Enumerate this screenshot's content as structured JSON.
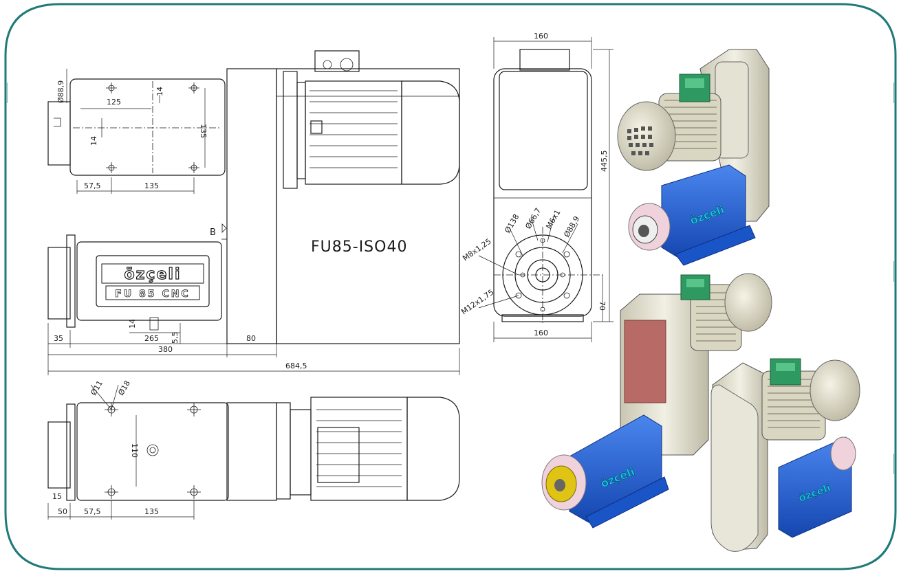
{
  "drawing": {
    "title": "FU85-ISO40",
    "brand": "özçeli",
    "plate_text": "FU 85 CNC",
    "section_mark": "B",
    "colors": {
      "frame": "#1f7a78",
      "body_blue": "#1a5fd6",
      "housing_beige": "#e8e6d8",
      "panel_red": "#b86a66",
      "terminal_green": "#2e9a62",
      "collet_yellow": "#e0c414",
      "flange_pink": "#f0d2dc"
    }
  },
  "dims": {
    "top_view": {
      "d88": "Ø88,9",
      "d125": "125",
      "d14a": "14",
      "d135v": "135",
      "d14b": "14",
      "d57": "57,5",
      "d135": "135"
    },
    "side_view": {
      "d14": "14",
      "d265": "265",
      "d55": "5,5",
      "d35": "35",
      "d80": "80",
      "d380": "380",
      "d684": "684,5"
    },
    "bottom_view": {
      "d11": "Ø11",
      "d18": "Ø18",
      "d110": "110",
      "d15": "15",
      "d50": "50",
      "d57": "57,5",
      "d135": "135"
    },
    "front_view": {
      "w160top": "160",
      "h445": "445,5",
      "d138": "Ø138",
      "d66": "Ø66,7",
      "m6": "M6x1",
      "d889": "Ø88,9",
      "m8": "M8x1,25",
      "m12": "M12x1,75",
      "d70": "70",
      "w160bot": "160"
    }
  }
}
